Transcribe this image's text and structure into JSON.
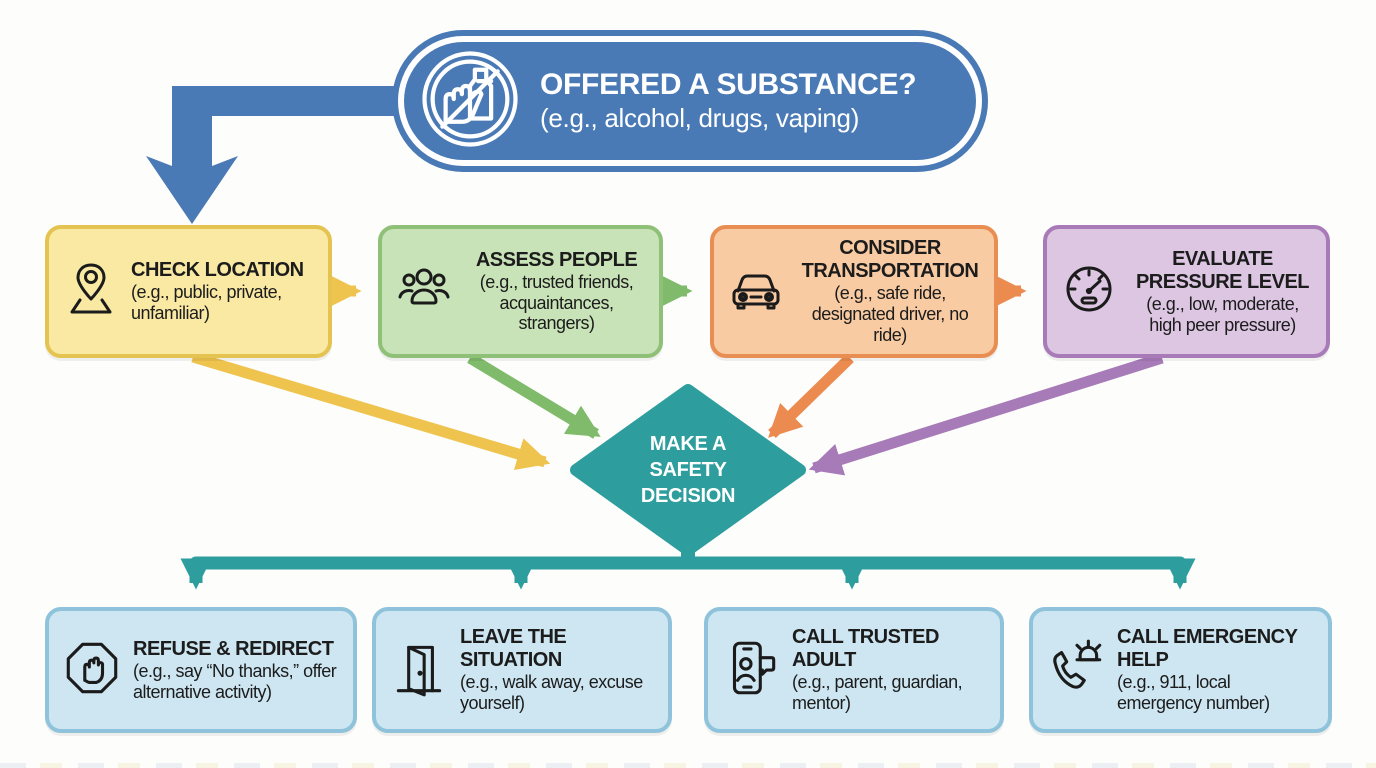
{
  "title": {
    "heading": "OFFERED A SUBSTANCE?",
    "subtitle": "(e.g., alcohol, drugs, vaping)",
    "icon": "no-substance-icon"
  },
  "assessment_steps": [
    {
      "heading": "CHECK LOCATION",
      "detail": "(e.g., public, private, unfamiliar)",
      "icon": "location-pin-icon",
      "fill": "#f9e9a3",
      "border": "#e5c350",
      "arrow_color": "#eec34e"
    },
    {
      "heading": "ASSESS PEOPLE",
      "detail": "(e.g., trusted friends, acquaintances, strangers)",
      "icon": "people-group-icon",
      "fill": "#c9e3b8",
      "border": "#8fc077",
      "arrow_color": "#7fbb6b"
    },
    {
      "heading": "CONSIDER TRANSPORTATION",
      "detail": "(e.g., safe ride, designated driver, no ride)",
      "icon": "car-icon",
      "fill": "#f8cba3",
      "border": "#e98e52",
      "arrow_color": "#ec8b4f"
    },
    {
      "heading": "EVALUATE PRESSURE LEVEL",
      "detail": "(e.g., low, moderate, high peer pressure)",
      "icon": "gauge-icon",
      "fill": "#dcc6e2",
      "border": "#a87bb8",
      "arrow_color": "#a77ab8"
    }
  ],
  "decision": {
    "line1": "MAKE A",
    "line2": "SAFETY",
    "line3": "DECISION",
    "color": "#2d9d9d"
  },
  "actions": [
    {
      "heading": "REFUSE & REDIRECT",
      "detail": "(e.g., say “No thanks,” offer alternative activity)",
      "icon": "stop-hand-icon"
    },
    {
      "heading": "LEAVE THE SITUATION",
      "detail": "(e.g., walk away, excuse yourself)",
      "icon": "open-door-icon"
    },
    {
      "heading": "CALL TRUSTED ADULT",
      "detail": "(e.g., parent, guardian, mentor)",
      "icon": "phone-contact-icon"
    },
    {
      "heading": "CALL EMERGENCY HELP",
      "detail": "(e.g., 911, local emergency number)",
      "icon": "emergency-call-icon"
    }
  ],
  "palette": {
    "pill_blue": "#4a7ab5",
    "action_fill": "#cde6f2",
    "action_border": "#8fc3db",
    "teal": "#2d9d9d",
    "background": "#fdfdfb",
    "text": "#1c1c1c"
  }
}
